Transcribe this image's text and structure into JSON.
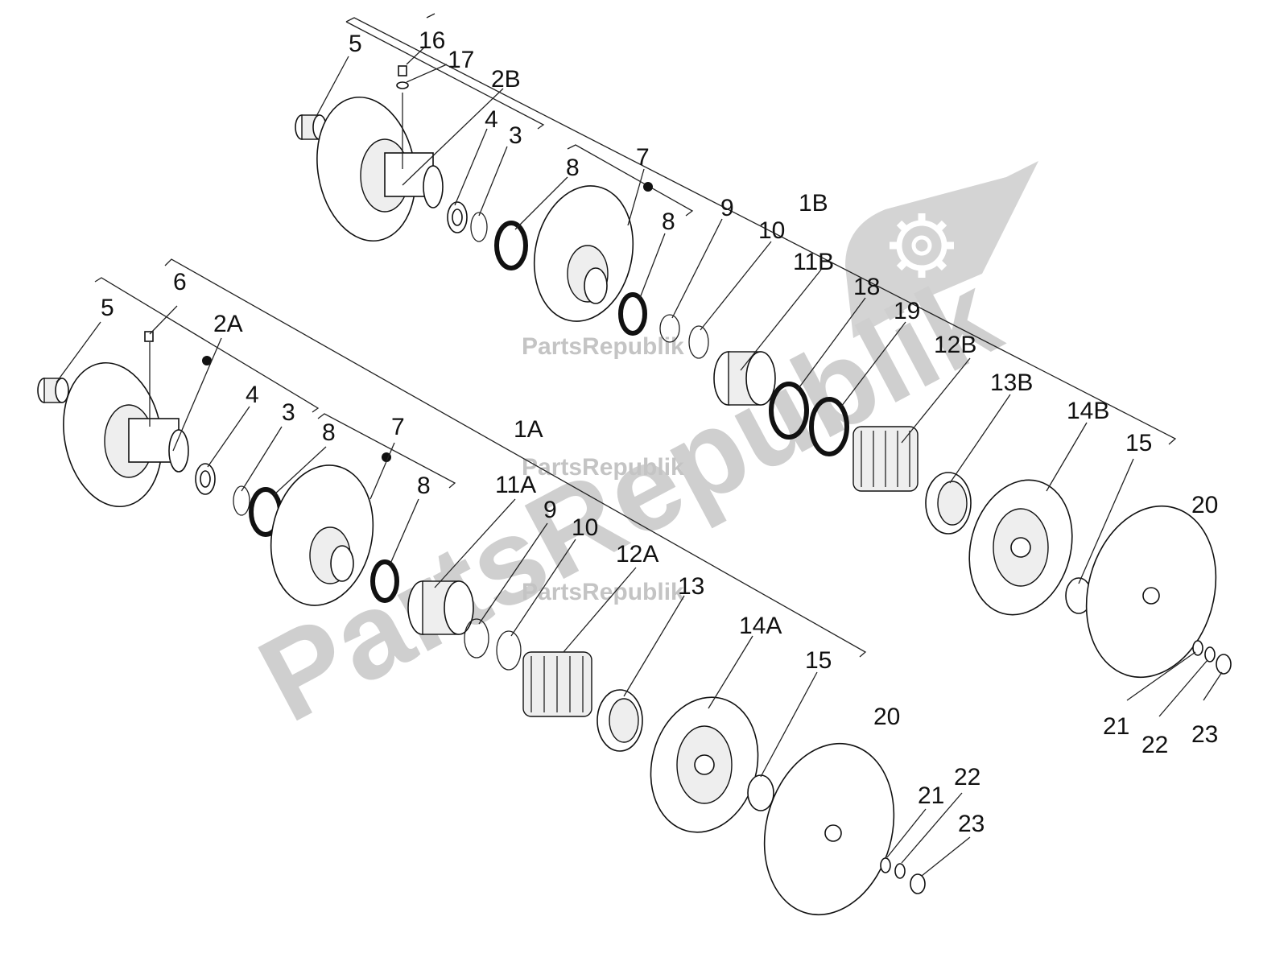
{
  "watermark": {
    "large": "PartsRepublik",
    "small": [
      "PartsRepublik",
      "PartsRepublik",
      "PartsRepublik"
    ],
    "logo": "gear-icon"
  },
  "labels": {
    "top_group": [
      "5",
      "16",
      "17",
      "2B",
      "4",
      "3",
      "8",
      "7",
      "8",
      "9",
      "10",
      "1B",
      "11B",
      "18",
      "19",
      "12B",
      "13B",
      "14B",
      "15",
      "20",
      "21",
      "22",
      "23"
    ],
    "bottom_group": [
      "5",
      "6",
      "2A",
      "4",
      "3",
      "8",
      "7",
      "1A",
      "11A",
      "8",
      "9",
      "10",
      "12A",
      "13",
      "14A",
      "15",
      "20",
      "21",
      "22",
      "23"
    ]
  },
  "colors": {
    "line": "#111111",
    "watermark": "#cfcfcf"
  }
}
